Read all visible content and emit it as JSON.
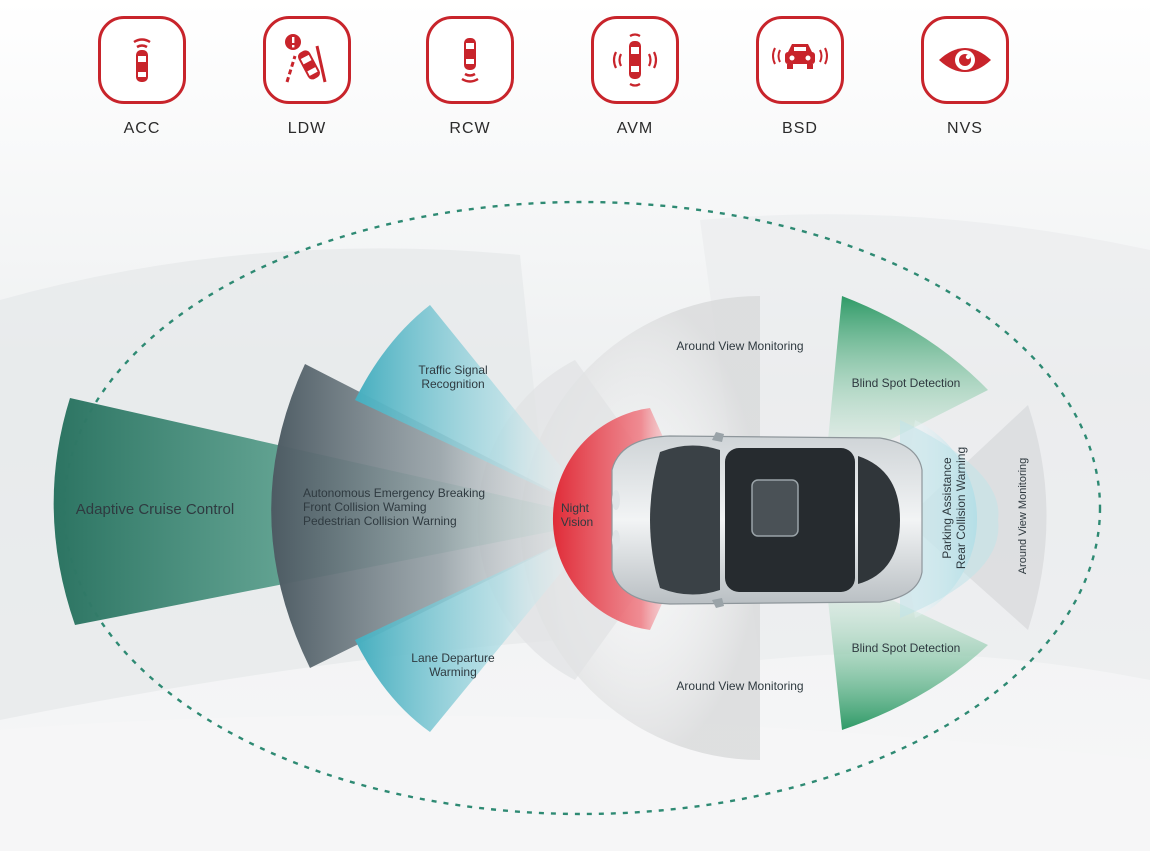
{
  "features": [
    {
      "code": "ACC",
      "icon": "car-front-radar-icon"
    },
    {
      "code": "LDW",
      "icon": "lane-departure-warning-icon"
    },
    {
      "code": "RCW",
      "icon": "car-rear-radar-icon"
    },
    {
      "code": "AVM",
      "icon": "car-around-view-icon"
    },
    {
      "code": "BSD",
      "icon": "car-side-radar-icon"
    },
    {
      "code": "NVS",
      "icon": "eye-icon"
    }
  ],
  "zones": {
    "adaptive_cruise": "Adaptive Cruise Control",
    "aeb_line1": "Autonomous Emergency Breaking",
    "aeb_line2": "Front Collision Waming",
    "aeb_line3": "Pedestrian Collision Warning",
    "tsr_line1": "Traffic Signal",
    "tsr_line2": "Recognition",
    "ldw_line1": "Lane Departure",
    "ldw_line2": "Warming",
    "night_line1": "Night",
    "night_line2": "Vision",
    "avm_top": "Around View Monitoring",
    "avm_bottom": "Around View Monitoring",
    "avm_rear": "Around View Monitoring",
    "bsd_top": "Blind Spot Detection",
    "bsd_bottom": "Blind Spot Detection",
    "rear_line1": "Parking Assistance",
    "rear_line2": "Rear Collision Warning"
  },
  "colors": {
    "brand_red": "#c8242b",
    "acc_green": "#2f7a65",
    "aeb_slate": "#55636b",
    "tsr_cyan": "#4fb3c2",
    "bsd_green": "#33a06c",
    "night_red": "#e2333f",
    "boundary": "#2e8a73"
  }
}
